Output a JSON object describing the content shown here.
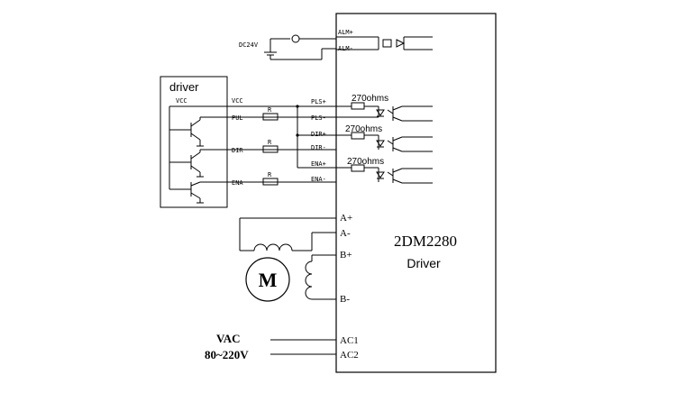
{
  "alarm": {
    "supply": "DC24V",
    "pos": "ALM+",
    "neg": "ALM-"
  },
  "ext_driver": {
    "title": "driver",
    "vcc_left": "VCC",
    "vcc": "VCC",
    "pul": "PUL",
    "dir": "DIR",
    "ena": "ENA",
    "resistor": "R"
  },
  "inputs": {
    "pls_pos": "PLS+",
    "pls_neg": "PLS-",
    "dir_pos": "DIR+",
    "dir_neg": "DIR-",
    "ena_pos": "ENA+",
    "ena_neg": "ENA-",
    "res_label": "270ohms"
  },
  "motor": {
    "symbol": "M",
    "a_pos": "A+",
    "a_neg": "A-",
    "b_pos": "B+",
    "b_neg": "B-"
  },
  "module": {
    "model": "2DM2280",
    "name": "Driver"
  },
  "power": {
    "line1": "VAC",
    "line2": "80~220V",
    "ac1": "AC1",
    "ac2": "AC2"
  }
}
